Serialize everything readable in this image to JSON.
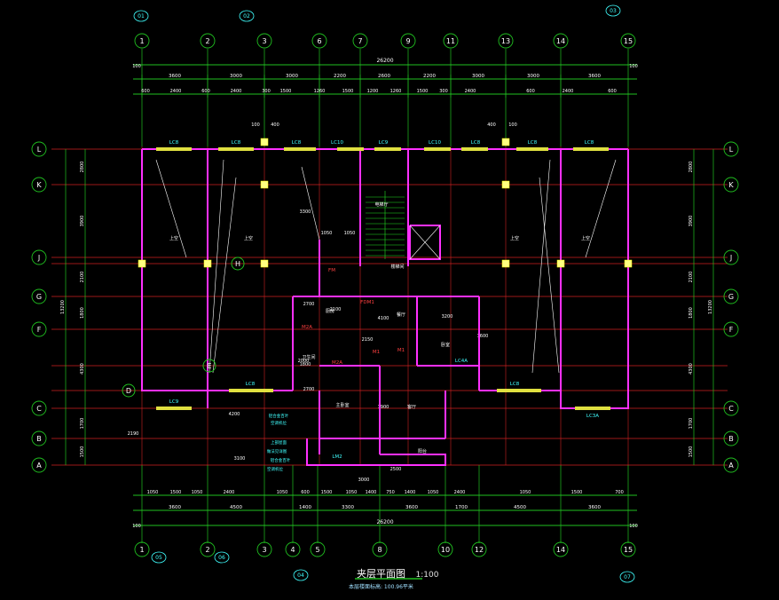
{
  "drawing": {
    "title": "夹层平面图",
    "scale": "1:100",
    "elevation_note": "本层楼面标高: 100.96平米"
  },
  "axes_vertical": [
    "1",
    "2",
    "3",
    "6",
    "7",
    "9",
    "11",
    "13",
    "14",
    "15"
  ],
  "axes_vertical_bottom": [
    "1",
    "2",
    "3",
    "4",
    "5",
    "8",
    "10",
    "12",
    "14",
    "15"
  ],
  "axes_horizontal": [
    "L",
    "K",
    "J",
    "H",
    "G",
    "F",
    "E",
    "D",
    "C",
    "B",
    "A"
  ],
  "overall_dimension_top": "26200",
  "overall_dimension_bottom": "26200",
  "top_dims_row1": [
    "3600",
    "3000",
    "3000",
    "2200",
    "2600",
    "2200",
    "3000",
    "3000",
    "3600"
  ],
  "top_dims_row2": [
    "600",
    "2400",
    "600",
    "2400",
    "300",
    "1500",
    "1260",
    "1500",
    "1200",
    "1260",
    "1500",
    "300",
    "2400",
    "600",
    "2400",
    "600"
  ],
  "bottom_dims_row1": [
    "1050",
    "1500",
    "1050",
    "2400",
    "1050",
    "600",
    "1500",
    "1050",
    "1400",
    "750",
    "1400",
    "1050",
    "2400",
    "1050",
    "1500",
    "700"
  ],
  "bottom_dims_row2": [
    "3600",
    "4500",
    "1400",
    "3300",
    "3600",
    "1700",
    "4500",
    "3600"
  ],
  "left_dims": [
    "2800",
    "3900",
    "2100",
    "1800",
    "4300",
    "1700",
    "1500"
  ],
  "left_total": "13200",
  "right_dims": [
    "2800",
    "3900",
    "2100",
    "1800",
    "4300",
    "1700",
    "1500"
  ],
  "right_total": "13200",
  "window_tags": [
    "LC8",
    "LC8",
    "LC8",
    "LC10",
    "LC9",
    "LC10",
    "LC8",
    "LC8",
    "LC8",
    "LC8",
    "LC8",
    "LC9",
    "LC3A",
    "LC4A",
    "LM2"
  ],
  "room_labels": [
    "上空",
    "上空",
    "上空",
    "上空",
    "厨房",
    "餐厅",
    "客厅",
    "主卧室",
    "卧室",
    "阳台",
    "卫生间",
    "楼梯间",
    "电梯厅"
  ],
  "door_tags": [
    "FM",
    "FDM1",
    "M2A",
    "M1",
    "M1",
    "M2A"
  ],
  "notes": [
    "铝合金百叶",
    "空调机位",
    "上部屋面",
    "做法见详图",
    "铝合金百叶",
    "空调机位"
  ],
  "detail_refs": [
    "01",
    "02",
    "03",
    "04",
    "05",
    "06",
    "07"
  ],
  "misc_dims": [
    "1050",
    "1050",
    "3300",
    "2100",
    "4100",
    "3200",
    "2150",
    "3900",
    "2700",
    "2000",
    "1800",
    "3600",
    "2700",
    "3100",
    "3000",
    "100",
    "400",
    "400",
    "100",
    "4200",
    "2500",
    "2190"
  ]
}
